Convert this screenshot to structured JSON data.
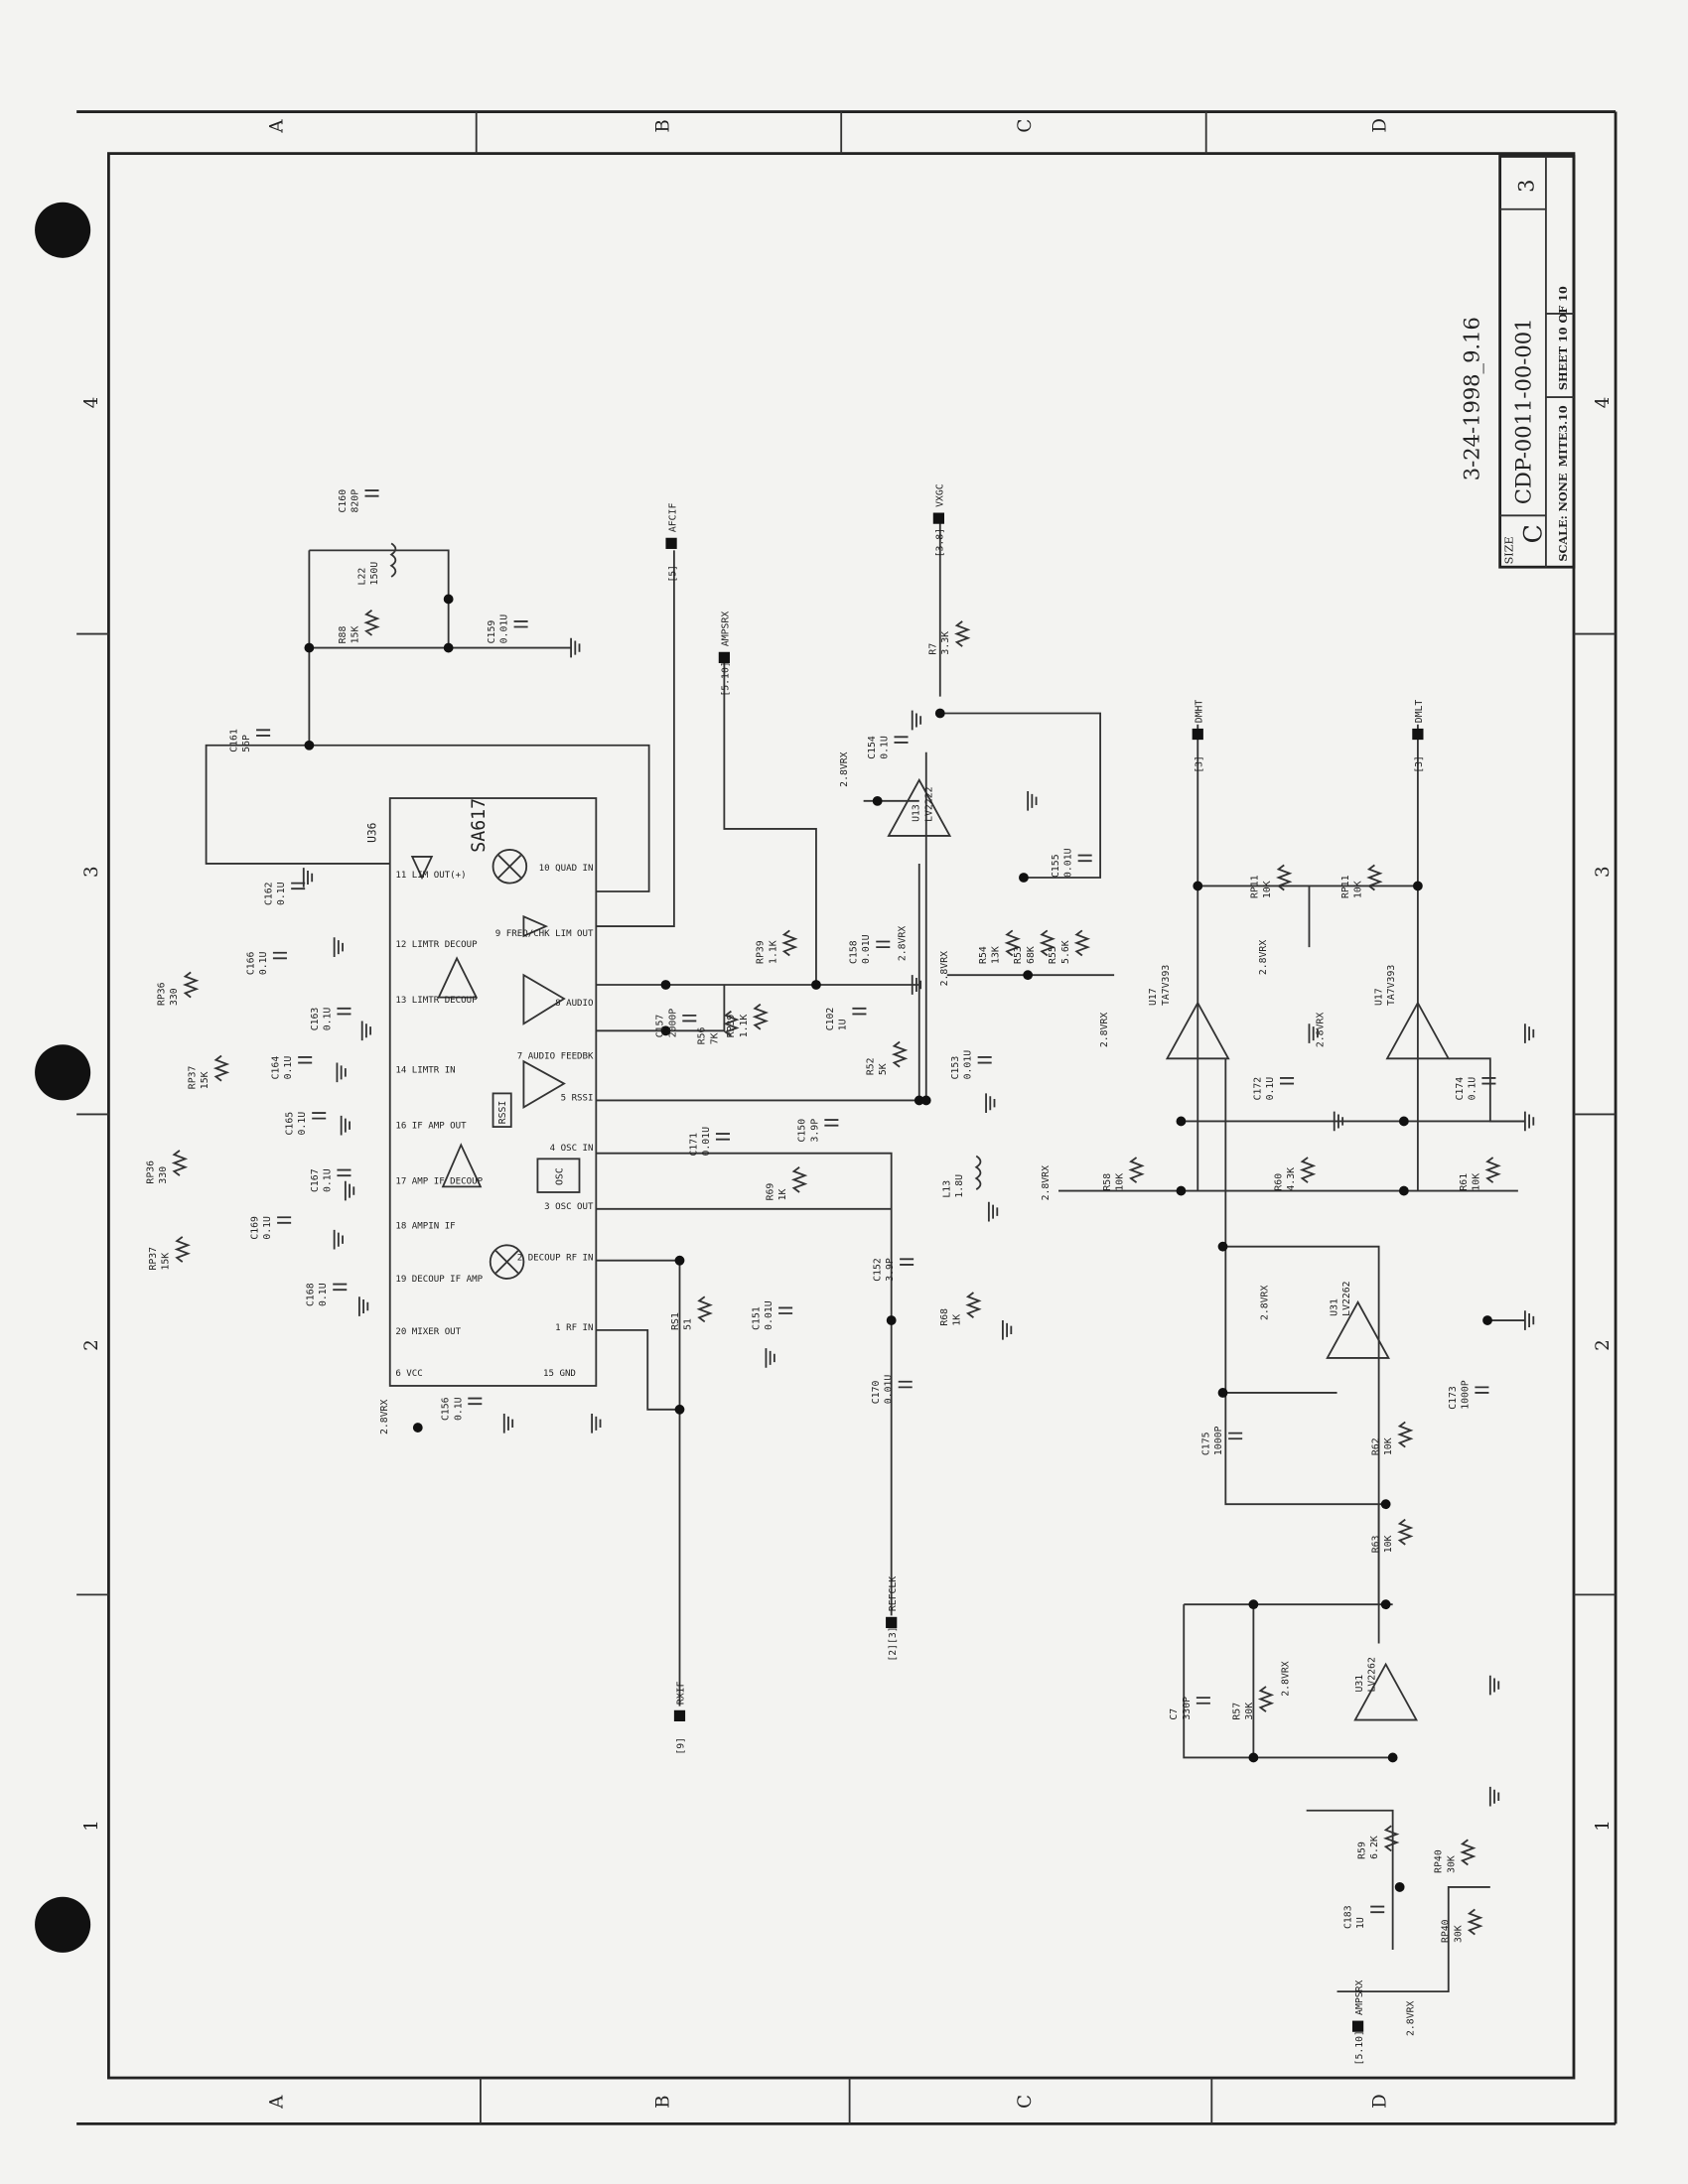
{
  "title_block": {
    "date_stamp": "3-24-1998_9.16",
    "size_label": "SIZE",
    "size": "C",
    "drawing_number": "CDP-0011-00-001",
    "revision": "3",
    "scale": "SCALE: NONE",
    "file": "MITE3.10",
    "sheet": "SHEET 10 OF 10"
  },
  "grid": {
    "columns": [
      "A",
      "B",
      "C",
      "D"
    ],
    "rows": [
      "4",
      "3",
      "2",
      "1"
    ]
  },
  "ic": {
    "ref": "U36",
    "part": "SA617",
    "blocks": [
      "OSC",
      "RSSI"
    ],
    "pins": [
      "11 LIM OUT(+)",
      "12 LIMTR DECOUP",
      "13 LIMTR DECOUP",
      "14 LIMTR IN",
      "16 IF AMP OUT",
      "17 AMP IF DECOUP",
      "18 AMPIN IF",
      "19 DECOUP IF AMP",
      "20 MIXER OUT",
      "6 VCC",
      "15 GND",
      "1 RF IN",
      "2 DECOUP RF IN",
      "3 OSC OUT",
      "4 OSC IN",
      "5 RSSI",
      "7 AUDIO FEEDBK",
      "8 AUDIO",
      "9 FREQ/CHK LIM OUT",
      "10 QUAD IN"
    ]
  },
  "components": [
    {
      "ref": "C160",
      "value": "820P"
    },
    {
      "ref": "L22",
      "value": "150U"
    },
    {
      "ref": "R88",
      "value": "15K"
    },
    {
      "ref": "C159",
      "value": "0.01U"
    },
    {
      "ref": "C161",
      "value": "56P"
    },
    {
      "ref": "C162",
      "value": "0.1U"
    },
    {
      "ref": "C166",
      "value": "0.1U"
    },
    {
      "ref": "RP36",
      "value": "330"
    },
    {
      "ref": "C163",
      "value": "0.1U"
    },
    {
      "ref": "RP37",
      "value": "15K"
    },
    {
      "ref": "C164",
      "value": "0.1U"
    },
    {
      "ref": "RP36",
      "value": "330"
    },
    {
      "ref": "C165",
      "value": "0.1U"
    },
    {
      "ref": "C167",
      "value": "0.1U"
    },
    {
      "ref": "C169",
      "value": "0.1U"
    },
    {
      "ref": "RP37",
      "value": "15K"
    },
    {
      "ref": "C168",
      "value": "0.1U"
    },
    {
      "ref": "C156",
      "value": "0.1U"
    },
    {
      "ref": "R7",
      "value": "3.3K"
    },
    {
      "ref": "C154",
      "value": "0.1U"
    },
    {
      "ref": "U13",
      "value": "LV2222"
    },
    {
      "ref": "C155",
      "value": "0.01U"
    },
    {
      "ref": "RP39",
      "value": "1.1K"
    },
    {
      "ref": "C158",
      "value": "0.01U"
    },
    {
      "ref": "RP39",
      "value": "1.1K"
    },
    {
      "ref": "C157",
      "value": "2000P"
    },
    {
      "ref": "R56",
      "value": "7K"
    },
    {
      "ref": "C102",
      "value": "1U"
    },
    {
      "ref": "R54",
      "value": "13K"
    },
    {
      "ref": "R53",
      "value": "68K"
    },
    {
      "ref": "R55",
      "value": "5.6K"
    },
    {
      "ref": "R52",
      "value": "5K"
    },
    {
      "ref": "C153",
      "value": "0.01U"
    },
    {
      "ref": "C171",
      "value": "0.01U"
    },
    {
      "ref": "C150",
      "value": "3.9P"
    },
    {
      "ref": "R69",
      "value": "1K"
    },
    {
      "ref": "L13",
      "value": "1.8U"
    },
    {
      "ref": "C152",
      "value": "3.9P"
    },
    {
      "ref": "R68",
      "value": "1K"
    },
    {
      "ref": "C151",
      "value": "0.01U"
    },
    {
      "ref": "RS1",
      "value": "51"
    },
    {
      "ref": "C170",
      "value": "0.01U"
    },
    {
      "ref": "RP11",
      "value": "10K"
    },
    {
      "ref": "RP11",
      "value": "10K"
    },
    {
      "ref": "U17",
      "value": "TA7V393"
    },
    {
      "ref": "U17",
      "value": "TA7V393"
    },
    {
      "ref": "C172",
      "value": "0.1U"
    },
    {
      "ref": "C174",
      "value": "0.1U"
    },
    {
      "ref": "R58",
      "value": "10K"
    },
    {
      "ref": "R60",
      "value": "4.3K"
    },
    {
      "ref": "R61",
      "value": "10K"
    },
    {
      "ref": "U31",
      "value": "LV2262"
    },
    {
      "ref": "C173",
      "value": "1000P"
    },
    {
      "ref": "C175",
      "value": "1000P"
    },
    {
      "ref": "R62",
      "value": "10K"
    },
    {
      "ref": "R63",
      "value": "10K"
    },
    {
      "ref": "C7",
      "value": "330P"
    },
    {
      "ref": "R57",
      "value": "30K"
    },
    {
      "ref": "U31",
      "value": "LV2262"
    },
    {
      "ref": "R59",
      "value": "6.2K"
    },
    {
      "ref": "RP40",
      "value": "30K"
    },
    {
      "ref": "C183",
      "value": "1U"
    },
    {
      "ref": "RP40",
      "value": "30K"
    }
  ],
  "supplies": [
    "2.8VRX",
    "2.8VRX",
    "2.8VRX",
    "2.8VRX",
    "2.8VRX",
    "2.8VRX",
    "2.8VRX",
    "2.8VRX",
    "2.8VRX",
    "2.8VRX",
    "2.8VRX"
  ],
  "ports": [
    {
      "name": "AFCIF",
      "ref": "[5]"
    },
    {
      "name": "AMPSRX",
      "ref": "[5.10]"
    },
    {
      "name": "VXGC",
      "ref": "[3.8]"
    },
    {
      "name": "REFCLK",
      "ref": "[2][3]"
    },
    {
      "name": "RXIF",
      "ref": "[9]"
    },
    {
      "name": "DMHT",
      "ref": "[3]"
    },
    {
      "name": "DMLT",
      "ref": "[3]"
    },
    {
      "name": "AMPSRX",
      "ref": "[5.10]"
    }
  ]
}
